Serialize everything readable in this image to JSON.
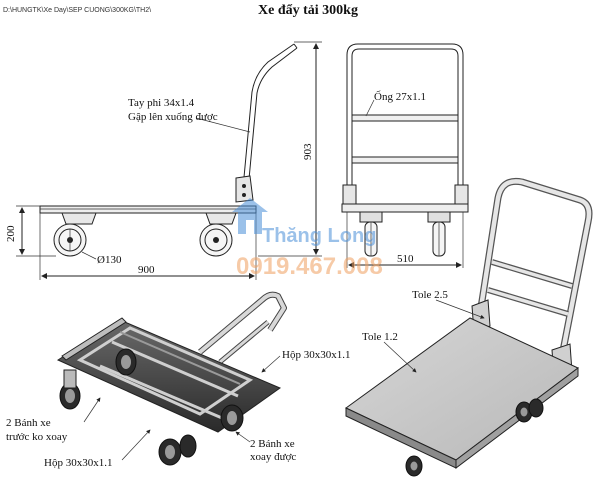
{
  "header": {
    "file_path": "D:\\HUNGTK\\Xe Day\\SEP CUONG\\300KG\\TH2\\",
    "title": "Xe đẩy tải 300kg"
  },
  "side_view": {
    "handle_label_line1": "Tay phi 34x1.4",
    "handle_label_line2": "Gập lên xuống được",
    "height_dim": "200",
    "length_dim": "900",
    "wheel_dim": "Ø130"
  },
  "front_view": {
    "tube_label": "Ống 27x1.1",
    "handle_height_dim": "903",
    "width_dim": "510"
  },
  "iso_bottom": {
    "box_label_top": "Hộp 30x30x1.1",
    "box_label_bottom": "Hộp 30x30x1.1",
    "front_wheels_line1": "2 Bánh xe",
    "front_wheels_line2": "trước ko xoay",
    "swivel_wheels_line1": "2 Bánh xe",
    "swivel_wheels_line2": "xoay được"
  },
  "iso_top": {
    "tole_handle": "Tole 2.5",
    "tole_deck": "Tole 1.2"
  },
  "watermark": {
    "brand": "Thăng Long",
    "phone": "0919.467.008",
    "logo_color": "#4a8fd8",
    "phone_color": "#f0a060"
  }
}
